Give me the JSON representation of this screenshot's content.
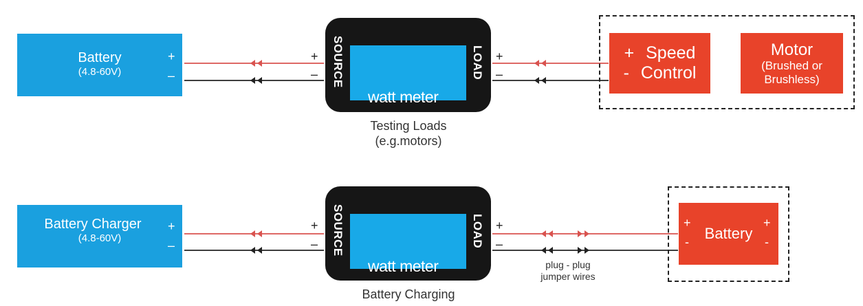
{
  "top": {
    "battery": {
      "title": "Battery",
      "range": "(4.8-60V)",
      "plus": "+",
      "minus": "–"
    },
    "meter": {
      "source": "SOURCE",
      "load": "LOAD",
      "name": "watt meter",
      "plus_left": "+",
      "minus_left": "–",
      "plus_right": "+",
      "minus_right": "–"
    },
    "caption_line1": "Testing Loads",
    "caption_line2": "(e.g.motors)",
    "speed_control": {
      "plus": "+",
      "line1": "Speed",
      "minus": "-",
      "line2": "Control"
    },
    "motor": {
      "title": "Motor",
      "line2": "(Brushed or",
      "line3": "Brushless)"
    }
  },
  "bottom": {
    "charger": {
      "title": "Battery Charger",
      "range": "(4.8-60V)",
      "plus": "+",
      "minus": "–"
    },
    "meter": {
      "source": "SOURCE",
      "load": "LOAD",
      "name": "watt meter",
      "plus_left": "+",
      "minus_left": "–",
      "plus_right": "+",
      "minus_right": "–"
    },
    "caption": "Battery Charging",
    "jumper_line1": "plug - plug",
    "jumper_line2": "jumper wires",
    "battery": {
      "title": "Battery",
      "plus_left": "+",
      "minus_left": "-",
      "plus_right": "+",
      "minus_right": "-"
    }
  },
  "colors": {
    "blue": "#1aa0df",
    "orange": "#e8432a",
    "meter": "#161616",
    "screen": "#18a9e8",
    "positive_wire": "#d9534f",
    "negative_wire": "#222222"
  }
}
